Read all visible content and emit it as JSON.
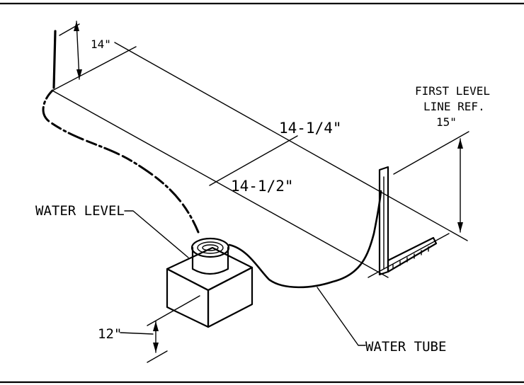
{
  "labels": {
    "dim_top": "14\"",
    "dim_diag_upper": "14-1/4\"",
    "dim_diag_lower": "14-1/2\"",
    "first_level_1": "FIRST LEVEL",
    "first_level_2": "LINE REF.",
    "dim_right": "15\"",
    "water_level": "WATER LEVEL",
    "water_tube": "WATER TUBE",
    "dim_bottom": "12\""
  }
}
